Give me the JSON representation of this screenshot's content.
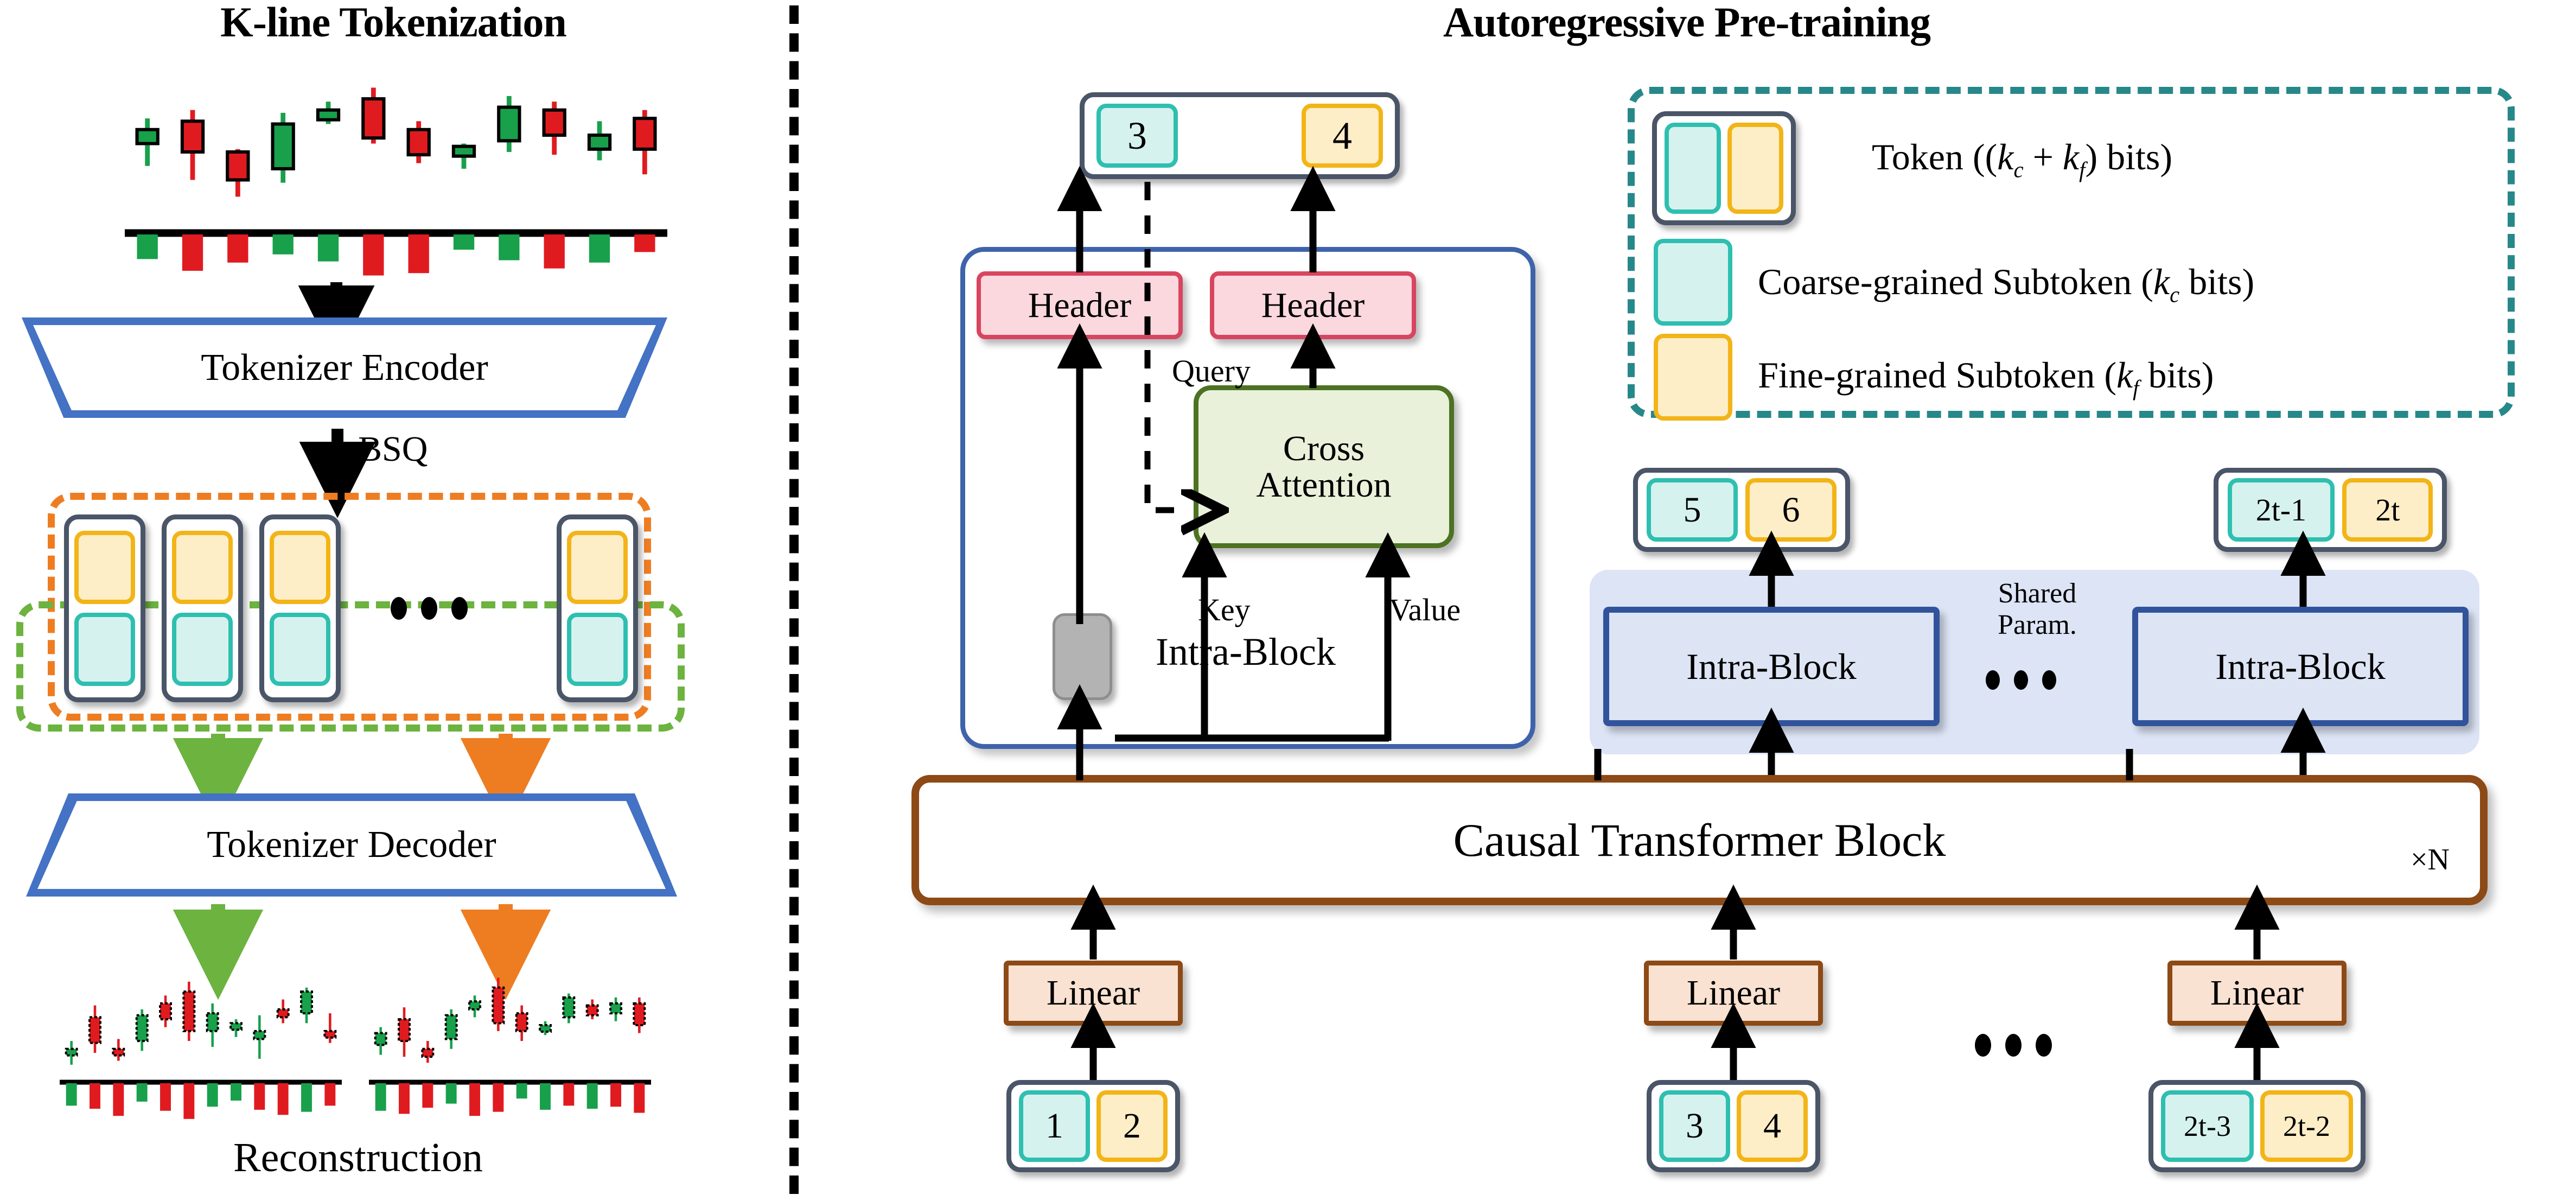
{
  "panels": {
    "left": {
      "title": "K-line Tokenization"
    },
    "right": {
      "title": "Autoregressive Pre-training"
    }
  },
  "left_panel": {
    "encoder_label": "Tokenizer Encoder",
    "bsq_label": "BSQ",
    "decoder_label": "Tokenizer Decoder",
    "reconstruction_label": "Reconstruction",
    "token_stack_count": 4,
    "ellipsis": "•••"
  },
  "right_panel": {
    "output_tokens": [
      {
        "coarse": "3",
        "fine": "4"
      }
    ],
    "intra_block": {
      "label": "Intra-Block",
      "headers": [
        "Header",
        "Header"
      ],
      "cross_attention": "Cross\nAttention",
      "cross_attention_line1": "Cross",
      "cross_attention_line2": "Attention",
      "query_label": "Query",
      "key_label": "Key",
      "value_label": "Value"
    },
    "shared": {
      "label_line1": "Shared",
      "label_line2": "Param.",
      "intra_block_label": "Intra-Block",
      "output_tokens": [
        {
          "coarse": "5",
          "fine": "6"
        },
        {
          "coarse": "2t-1",
          "fine": "2t"
        }
      ]
    },
    "transformer": {
      "label": "Causal Transformer Block",
      "repeat": "×N"
    },
    "linear_label": "Linear",
    "input_tokens": [
      {
        "coarse": "1",
        "fine": "2"
      },
      {
        "coarse": "3",
        "fine": "4"
      },
      {
        "coarse": "2t-3",
        "fine": "2t-2"
      }
    ],
    "ellipsis": "•••"
  },
  "legend": {
    "items": [
      {
        "text": "Token ((k_c + k_f) bits)",
        "glyph": "token-pair",
        "text_pre": "Token ((",
        "sub1": "c",
        "text_mid": " + ",
        "sub2": "f",
        "text_post": ") bits)",
        "k1": "k",
        "k2": "k"
      },
      {
        "text": "Coarse-grained Subtoken (k_c bits)",
        "glyph": "coarse-chip",
        "text_pre": "Coarse-grained Subtoken (",
        "k1": "k",
        "sub1": "c",
        "text_post": " bits)"
      },
      {
        "text": "Fine-grained Subtoken (k_f bits)",
        "glyph": "fine-chip",
        "text_pre": "Fine-grained Subtoken (",
        "k1": "k",
        "sub1": "f",
        "text_post": " bits)"
      }
    ]
  },
  "colors": {
    "coarse_fill": "#d5f2ef",
    "coarse_border": "#2ebfb0",
    "fine_fill": "#fdeec7",
    "fine_border": "#f2b417",
    "token_border": "#4a5568",
    "header_fill": "#fad8de",
    "header_border": "#d8455f",
    "attention_fill": "#e9f1da",
    "attention_border": "#4c7222",
    "intra_border": "#31539c",
    "shared_bg": "#dce4f5",
    "transformer_border": "#8d4a16",
    "linear_fill": "#fae2d2",
    "trapezoid_border": "#4472c4",
    "dash_orange": "#ee7d22",
    "dash_green": "#6cb33f",
    "legend_border": "#27888a",
    "candle_up": "#18a04b",
    "candle_down": "#e01b20"
  },
  "chart_data": {
    "type": "candlestick",
    "source_chart": {
      "candles": [
        {
          "o": 56,
          "h": 74,
          "l": 40,
          "c": 66,
          "dir": "up"
        },
        {
          "o": 72,
          "h": 80,
          "l": 30,
          "c": 50,
          "dir": "down"
        },
        {
          "o": 50,
          "h": 52,
          "l": 18,
          "c": 30,
          "dir": "down"
        },
        {
          "o": 38,
          "h": 78,
          "l": 28,
          "c": 70,
          "dir": "up"
        },
        {
          "o": 74,
          "h": 86,
          "l": 70,
          "c": 80,
          "dir": "up"
        },
        {
          "o": 88,
          "h": 96,
          "l": 56,
          "c": 60,
          "dir": "down"
        },
        {
          "o": 66,
          "h": 72,
          "l": 42,
          "c": 48,
          "dir": "down"
        },
        {
          "o": 48,
          "h": 56,
          "l": 38,
          "c": 54,
          "dir": "up"
        },
        {
          "o": 58,
          "h": 90,
          "l": 50,
          "c": 82,
          "dir": "up"
        },
        {
          "o": 80,
          "h": 86,
          "l": 48,
          "c": 62,
          "dir": "down"
        },
        {
          "o": 62,
          "h": 72,
          "l": 44,
          "c": 52,
          "dir": "up"
        },
        {
          "o": 74,
          "h": 80,
          "l": 34,
          "c": 52,
          "dir": "down"
        }
      ],
      "volumes": [
        42,
        62,
        48,
        34,
        46,
        70,
        66,
        26,
        44,
        58,
        48,
        30
      ],
      "volume_dirs": [
        "up",
        "down",
        "down",
        "up",
        "up",
        "down",
        "down",
        "up",
        "up",
        "down",
        "up",
        "down"
      ]
    },
    "reconstruction_left": {
      "candles": [
        {
          "o": 20,
          "h": 34,
          "l": 10,
          "c": 26,
          "dir": "up"
        },
        {
          "o": 58,
          "h": 70,
          "l": 22,
          "c": 32,
          "dir": "down"
        },
        {
          "o": 26,
          "h": 36,
          "l": 14,
          "c": 20,
          "dir": "down"
        },
        {
          "o": 34,
          "h": 66,
          "l": 24,
          "c": 60,
          "dir": "up"
        },
        {
          "o": 72,
          "h": 80,
          "l": 48,
          "c": 56,
          "dir": "down"
        },
        {
          "o": 84,
          "h": 94,
          "l": 34,
          "c": 44,
          "dir": "down"
        },
        {
          "o": 44,
          "h": 72,
          "l": 28,
          "c": 62,
          "dir": "up"
        },
        {
          "o": 48,
          "h": 56,
          "l": 38,
          "c": 52,
          "dir": "up"
        },
        {
          "o": 36,
          "h": 60,
          "l": 16,
          "c": 44,
          "dir": "up"
        },
        {
          "o": 66,
          "h": 76,
          "l": 52,
          "c": 58,
          "dir": "down"
        },
        {
          "o": 62,
          "h": 88,
          "l": 52,
          "c": 84,
          "dir": "up"
        },
        {
          "o": 44,
          "h": 62,
          "l": 32,
          "c": 38,
          "dir": "down"
        }
      ],
      "volumes": [
        44,
        50,
        64,
        36,
        54,
        70,
        46,
        34,
        52,
        62,
        56,
        44
      ],
      "volume_dirs": [
        "up",
        "down",
        "down",
        "up",
        "down",
        "down",
        "up",
        "up",
        "down",
        "down",
        "up",
        "down"
      ]
    },
    "reconstruction_right": {
      "candles": [
        {
          "o": 30,
          "h": 48,
          "l": 20,
          "c": 42,
          "dir": "up"
        },
        {
          "o": 56,
          "h": 68,
          "l": 18,
          "c": 34,
          "dir": "down"
        },
        {
          "o": 26,
          "h": 34,
          "l": 12,
          "c": 18,
          "dir": "down"
        },
        {
          "o": 36,
          "h": 66,
          "l": 26,
          "c": 60,
          "dir": "up"
        },
        {
          "o": 66,
          "h": 80,
          "l": 58,
          "c": 74,
          "dir": "up"
        },
        {
          "o": 88,
          "h": 98,
          "l": 44,
          "c": 52,
          "dir": "down"
        },
        {
          "o": 62,
          "h": 70,
          "l": 34,
          "c": 44,
          "dir": "down"
        },
        {
          "o": 46,
          "h": 54,
          "l": 40,
          "c": 50,
          "dir": "up"
        },
        {
          "o": 58,
          "h": 82,
          "l": 52,
          "c": 78,
          "dir": "up"
        },
        {
          "o": 70,
          "h": 76,
          "l": 56,
          "c": 60,
          "dir": "down"
        },
        {
          "o": 62,
          "h": 78,
          "l": 54,
          "c": 72,
          "dir": "up"
        },
        {
          "o": 72,
          "h": 78,
          "l": 42,
          "c": 50,
          "dir": "down"
        }
      ],
      "volumes": [
        54,
        60,
        48,
        40,
        64,
        56,
        30,
        52,
        44,
        50,
        46,
        58
      ],
      "volume_dirs": [
        "up",
        "down",
        "down",
        "up",
        "down",
        "down",
        "up",
        "up",
        "down",
        "up",
        "down",
        "down"
      ]
    }
  }
}
